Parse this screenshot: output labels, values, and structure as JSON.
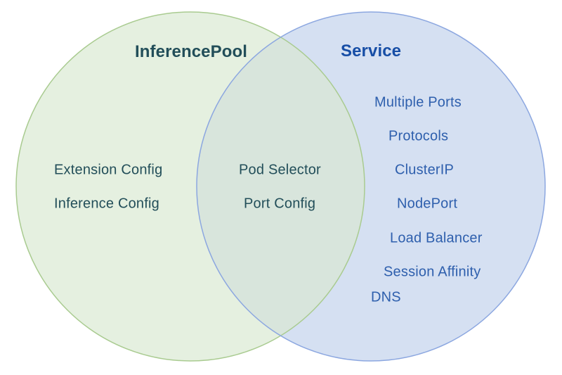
{
  "venn": {
    "left": {
      "title": "InferencePool",
      "items": [
        "Extension Config",
        "Inference Config"
      ]
    },
    "overlap": {
      "items": [
        "Pod Selector",
        "Port Config"
      ]
    },
    "right": {
      "title": "Service",
      "items": [
        "Multiple Ports",
        "Protocols",
        "ClusterIP",
        "NodePort",
        "Load Balancer",
        "Session Affinity",
        "DNS"
      ]
    },
    "colors": {
      "green_fill": "#e5f0e0",
      "green_stroke": "#a9cb90",
      "blue_fill": "#d5e0f2",
      "blue_stroke": "#8ca7e0",
      "overlap_fill": "#d8e5dc",
      "left_text": "#224e59",
      "right_text": "#2e5fad",
      "right_title": "#174ea6"
    }
  }
}
